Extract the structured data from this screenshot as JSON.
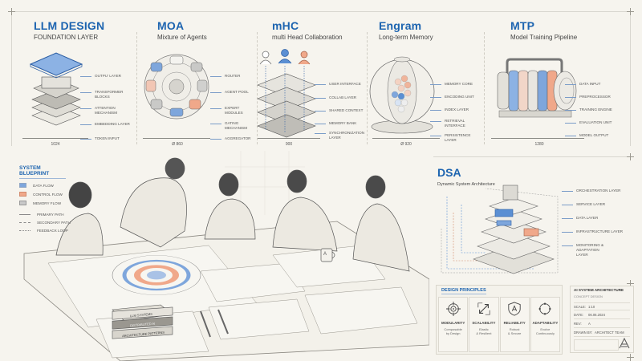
{
  "panels": [
    {
      "id": "llm",
      "title": "LLM DESIGN",
      "subtitle": "FOUNDATION LAYER",
      "callouts": [
        "OUTPU' LAYER",
        "TRANSFORMER BLOCKS",
        "ATTENTION MECHANISM",
        "EMBEDDING LAYER",
        "TOKEN INPUT"
      ],
      "dimension": "1024"
    },
    {
      "id": "moa",
      "title": "MOA",
      "subtitle": "Mixture of Agents",
      "callouts": [
        "ROUTER",
        "AGENT POOL",
        "EXPERT MODULES",
        "GATING MECHANISM",
        "AGGREGATOR"
      ],
      "dimension": "Ø 860"
    },
    {
      "id": "mhc",
      "title": "mHC",
      "subtitle": "multi Head Collaboration",
      "callouts": [
        "USER INTERFACE",
        "COLLAB LAYER",
        "SHARED CONTEXT",
        "MEMORY BANK",
        "SYNCHRONIZATION LAYER"
      ],
      "dimension": "900"
    },
    {
      "id": "engram",
      "title": "Engram",
      "subtitle": "Long-term Memory",
      "callouts": [
        "MEMORY CORE",
        "ENCODING UNIT",
        "INDEX LAYER",
        "RETRIEVAL INTERFACE",
        "PERSISTENCE LAYER"
      ],
      "dimension": "Ø 920"
    },
    {
      "id": "mtp",
      "title": "MTP",
      "subtitle": "Model Training Pipeline",
      "callouts": [
        "DATA INPUT",
        "PREPROCESSOR",
        "TRAINING ENGINE",
        "EVALUATION UNIT",
        "MODEL OUTPUT"
      ],
      "dimension": "1280"
    }
  ],
  "legend": {
    "title": "SYSTEM BLUEPRINT",
    "swatches": [
      {
        "label": "DATA FLOW",
        "color": "#7ea6dc"
      },
      {
        "label": "CONTROL FLOW",
        "color": "#f0a88a"
      },
      {
        "label": "MEMORY FLOW",
        "color": "#c8c8c8"
      }
    ],
    "lines": [
      {
        "label": "PRIMARY PATH",
        "style": "solid"
      },
      {
        "label": "SECONDARY PATH",
        "style": "dashed"
      },
      {
        "label": "FEEDBACK LOOP",
        "style": "dotted"
      }
    ]
  },
  "scene": {
    "books": [
      "LLM SYSTEMS",
      "DISTRIBUTED AI",
      "ARCHITECTURE PATTERNS"
    ],
    "mug_label": "A"
  },
  "dsa": {
    "title": "DSA",
    "subtitle": "Dynamic System Architecture",
    "callouts": [
      "ORCHESTRATION LAYER",
      "SERVICE LAYER",
      "DATA LAYER",
      "INFRASTRUCTURE LAYER",
      "MONITORING & ADAPTATION LAYER"
    ]
  },
  "principles": {
    "title": "DESIGN PRINCIPLES",
    "items": [
      {
        "name": "MODULARITY",
        "desc": "Composable\nby Design",
        "icon": "target-icon"
      },
      {
        "name": "SCALABILITY",
        "desc": "Elastic\n& Resilient",
        "icon": "expand-arrows-icon"
      },
      {
        "name": "RELIABILITY",
        "desc": "Robust\n& Secure",
        "icon": "shield-icon"
      },
      {
        "name": "ADAPTABILITY",
        "desc": "Evolve\nContinuously",
        "icon": "cycle-icon"
      }
    ]
  },
  "title_block": {
    "title": "AI SYSTEM ARCHITECTURE",
    "subtitle": "CONCEPT DESIGN",
    "rows": [
      {
        "key": "SCALE:",
        "value": "1:10"
      },
      {
        "key": "DATE:",
        "value": "06.06.2024"
      },
      {
        "key": "REV:",
        "value": "A"
      },
      {
        "key": "DRAWN BY:",
        "value": "ARCHITECT TEAM"
      }
    ],
    "logo": "A"
  },
  "colors": {
    "accent_blue": "#1d64b0",
    "light_blue": "#7ea6dc",
    "salmon": "#f0a88a",
    "paper": "#f6f4ee"
  }
}
